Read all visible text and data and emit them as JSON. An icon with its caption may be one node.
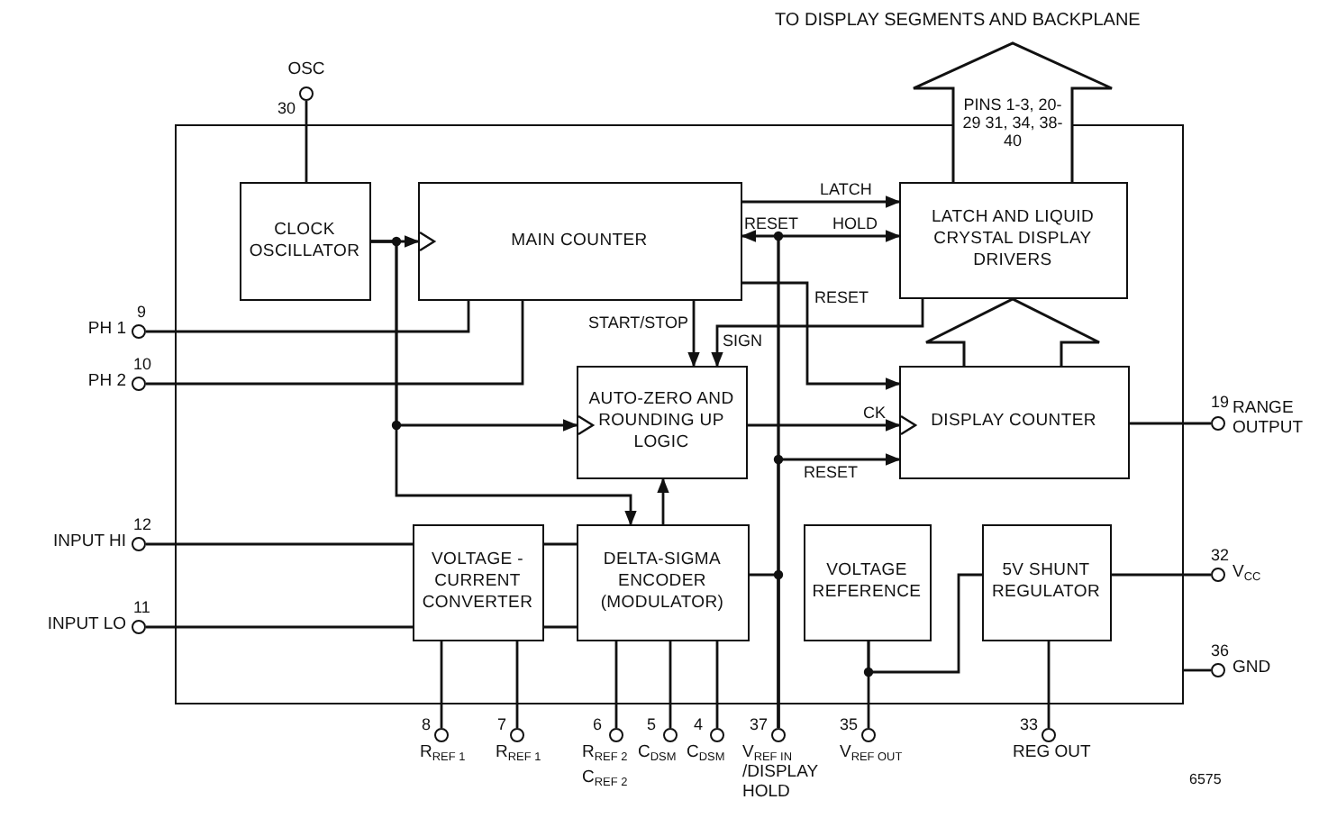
{
  "diagram": {
    "nodes": [
      {
        "text": [],
        "shape": "box"
      },
      {
        "text": [
          "CLOCK OSCILLATOR"
        ],
        "in": 0
      },
      {
        "text": [
          "MAIN COUNTER"
        ],
        "in": 0
      },
      {
        "text": [
          "LATCH AND LIQUID CRYSTAL DISPLAY DRIVERS"
        ],
        "in": 0
      },
      {
        "text": [
          "AUTO-ZERO AND ROUNDING UP LOGIC"
        ],
        "in": 0
      },
      {
        "text": [
          "DISPLAY COUNTER"
        ],
        "in": 0
      },
      {
        "text": [
          "VOLTAGE -CURRENT CONVERTER"
        ],
        "in": 0
      },
      {
        "text": [
          "DELTA-SIGMA ENCODER (MODULATOR)"
        ],
        "in": 0
      },
      {
        "text": [
          "VOLTAGE REFERENCE"
        ],
        "in": 0
      },
      {
        "text": [
          "5V SHUNT REGULATOR"
        ],
        "in": 0
      },
      {
        "text": [],
        "shape": "circle",
        "beside": [
          "30",
          "OSC"
        ]
      },
      {
        "text": [],
        "shape": "circle",
        "beside": [
          "9",
          "PH 1"
        ]
      },
      {
        "text": [],
        "shape": "circle",
        "beside": [
          "10",
          "PH 2"
        ]
      },
      {
        "text": [],
        "shape": "circle",
        "beside": [
          "12",
          "INPUT HI"
        ]
      },
      {
        "text": [],
        "shape": "circle",
        "beside": [
          "11",
          "INPUT LO"
        ]
      },
      {
        "text": [],
        "shape": "circle",
        "beside": [
          "8",
          "R$_{REF 1}$"
        ]
      },
      {
        "text": [],
        "shape": "circle",
        "beside": [
          "7",
          "R$_{REF 1}$"
        ]
      },
      {
        "text": [],
        "shape": "circle",
        "beside": [
          "6",
          "R$_{REF 2}$",
          "C$_{REF 2}$"
        ]
      },
      {
        "text": [],
        "shape": "circle",
        "beside": [
          "5",
          "C$_{DSM}$"
        ]
      },
      {
        "text": [],
        "shape": "circle",
        "beside": [
          "4",
          "C$_{DSM}$"
        ]
      },
      {
        "text": [],
        "shape": "circle",
        "beside": [
          "37",
          "V$_{REF IN}$ /DISPLAY HOLD"
        ]
      },
      {
        "text": [],
        "shape": "circle",
        "beside": [
          "35",
          "V$_{REF OUT}$"
        ]
      },
      {
        "text": [],
        "shape": "circle",
        "beside": [
          "33",
          "REG OUT"
        ]
      },
      {
        "text": [],
        "shape": "circle",
        "beside": [
          "19",
          "RANGE OUTPUT"
        ]
      },
      {
        "text": [],
        "shape": "circle",
        "beside": [
          "32",
          "V$_{CC}$"
        ]
      },
      {
        "text": [],
        "shape": "circle",
        "beside": [
          "36",
          "GND"
        ]
      }
    ],
    "edges": [
      {
        "from": 10,
        "to": 1,
        "arrow": "none"
      },
      {
        "from": 1,
        "to": 2,
        "arrow": "to"
      },
      {
        "from": 1,
        "to": 4,
        "arrow": "to"
      },
      {
        "from": 1,
        "to": 7,
        "arrow": "to"
      },
      {
        "from": 11,
        "to": 2,
        "arrow": "none"
      },
      {
        "from": 12,
        "to": 2,
        "arrow": "none"
      },
      {
        "from": 2,
        "to": 4,
        "arrow": "to",
        "label": "START/STOP"
      },
      {
        "from": 2,
        "to": 3,
        "arrow": "to",
        "label": "LATCH"
      },
      {
        "from": 20,
        "to": 3,
        "arrow": "to",
        "label": "HOLD"
      },
      {
        "from": 20,
        "to": 2,
        "arrow": "to",
        "label": "RESET"
      },
      {
        "from": 2,
        "to": 5,
        "arrow": "to",
        "label": "RESET"
      },
      {
        "from": 3,
        "to": 4,
        "arrow": "to",
        "label": "SIGN"
      },
      {
        "from": 4,
        "to": 5,
        "arrow": "to",
        "label": "CK"
      },
      {
        "from": 20,
        "to": 5,
        "arrow": "to",
        "label": "RESET"
      },
      {
        "from": 5,
        "to": 3,
        "arrow": "to",
        "style": "thick"
      },
      {
        "from": 3,
        "to": null,
        "arrow": "to",
        "style": "thick",
        "label": "PINS 1-3, 20-29 31, 34, 38-40"
      },
      {
        "from": 7,
        "to": 4,
        "arrow": "to"
      },
      {
        "from": 13,
        "to": 6,
        "arrow": "none"
      },
      {
        "from": 14,
        "to": 6,
        "arrow": "none"
      },
      {
        "from": 6,
        "to": 7,
        "arrow": "none"
      },
      {
        "from": 6,
        "to": 7,
        "arrow": "none"
      },
      {
        "from": 15,
        "to": 6,
        "arrow": "none"
      },
      {
        "from": 16,
        "to": 6,
        "arrow": "none"
      },
      {
        "from": 17,
        "to": 7,
        "arrow": "none"
      },
      {
        "from": 18,
        "to": 7,
        "arrow": "none"
      },
      {
        "from": 19,
        "to": 7,
        "arrow": "none"
      },
      {
        "from": 20,
        "to": 7,
        "arrow": "none"
      },
      {
        "from": 8,
        "to": 21,
        "arrow": "none"
      },
      {
        "from": 8,
        "to": 9,
        "arrow": "none"
      },
      {
        "from": 9,
        "to": 24,
        "arrow": "none"
      },
      {
        "from": 9,
        "to": 22,
        "arrow": "none"
      },
      {
        "from": 5,
        "to": 23,
        "arrow": "none"
      },
      {
        "from": 25,
        "to": 0,
        "arrow": "none"
      }
    ],
    "labels": [
      "TO DISPLAY SEGMENTS AND BACKPLANE",
      "6575"
    ]
  }
}
